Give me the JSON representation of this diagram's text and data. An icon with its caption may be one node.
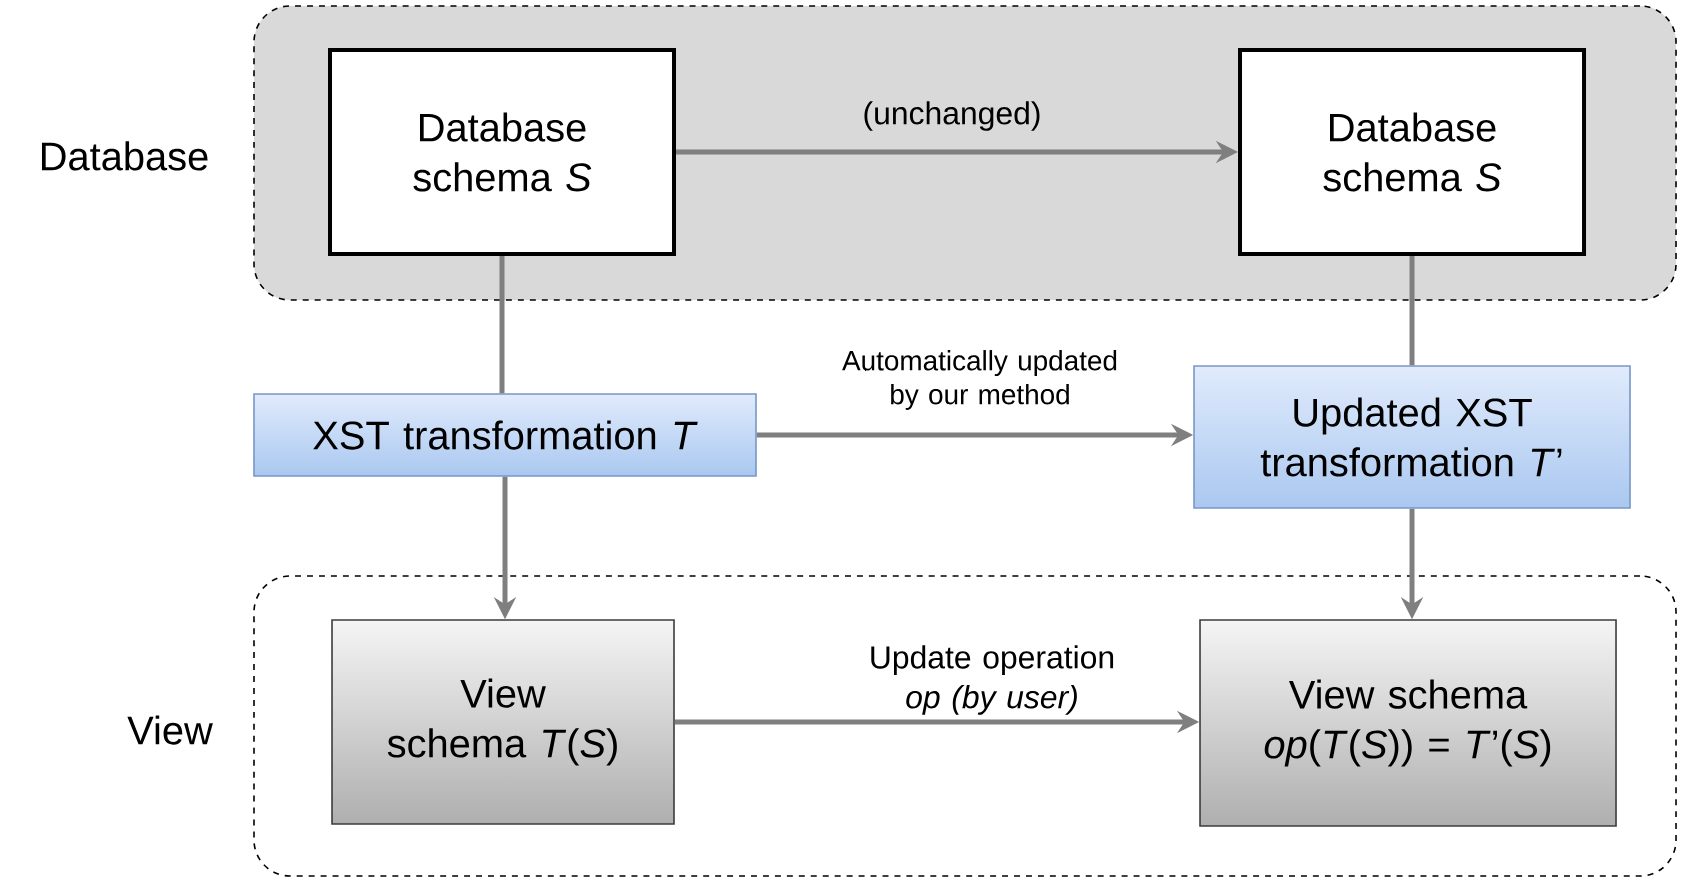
{
  "diagram": {
    "nodes": [
      {
        "text": [
          "Database"
        ]
      },
      {
        "text": [
          "Database schema *S*"
        ],
        "in": 0
      },
      {
        "text": [
          "Database schema *S*"
        ],
        "in": 0
      },
      {
        "text": [
          "XST transformation *T*"
        ]
      },
      {
        "text": [
          "Updated XST transformation *T*’"
        ]
      },
      {
        "text": [
          "View"
        ]
      },
      {
        "text": [
          "View schema *T*(*S*)"
        ],
        "in": 5
      },
      {
        "text": [
          "View schema *op*(*T*(*S*)) = *T*’(*S*)"
        ],
        "in": 5
      }
    ],
    "edges": [
      {
        "from": 1,
        "to": 2,
        "arrow": "to",
        "label": "(unchanged)"
      },
      {
        "from": 1,
        "to": 3,
        "arrow": "none"
      },
      {
        "from": 2,
        "to": 4,
        "arrow": "none"
      },
      {
        "from": 3,
        "to": 4,
        "arrow": "to",
        "label": "Automatically updated by our method"
      },
      {
        "from": 3,
        "to": 6,
        "arrow": "to"
      },
      {
        "from": 4,
        "to": 7,
        "arrow": "to"
      },
      {
        "from": 6,
        "to": 7,
        "arrow": "to",
        "label": "Update operation *op* *(by user)*"
      }
    ]
  }
}
